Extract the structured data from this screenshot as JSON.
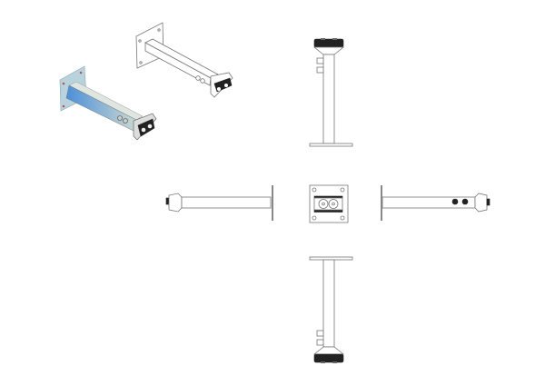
{
  "drawing": {
    "views": [
      "isometric-shaded",
      "isometric-outline",
      "top-view",
      "left-view",
      "front-view",
      "right-view",
      "bottom-view"
    ],
    "colors": {
      "line": "#777777",
      "dark": "#222222",
      "shade_light": "#cfe3ee",
      "shade_blue": "#3a7fd0",
      "background": "#ffffff"
    }
  }
}
